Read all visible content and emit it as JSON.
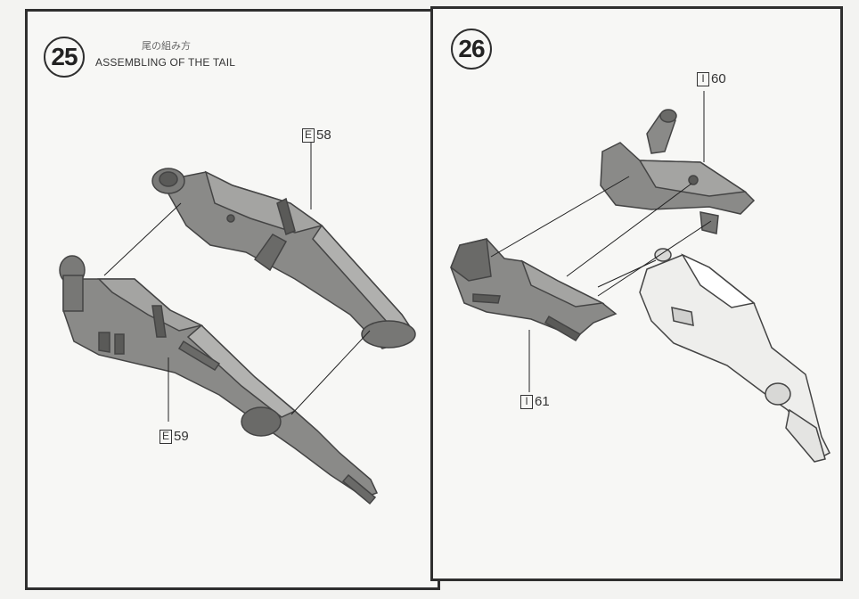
{
  "steps": [
    {
      "number": "25",
      "title_jp": "尾の組み方",
      "title_en": "ASSEMBLING OF THE TAIL",
      "parts": [
        {
          "runner": "E",
          "number": "58"
        },
        {
          "runner": "E",
          "number": "59"
        }
      ]
    },
    {
      "number": "26",
      "parts": [
        {
          "runner": "I",
          "number": "60"
        },
        {
          "runner": "I",
          "number": "61"
        }
      ]
    }
  ],
  "colors": {
    "part_fill": "#8a8a88",
    "part_dark": "#5a5a58",
    "part_light": "#eeeeec",
    "border": "#2f2f2f"
  }
}
